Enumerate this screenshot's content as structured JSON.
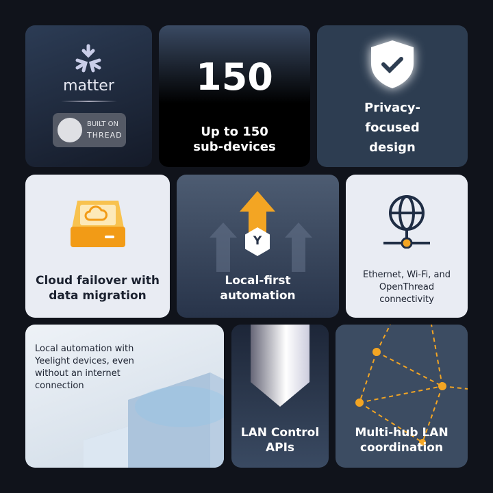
{
  "cards": {
    "matter": {
      "logo_text": "matter",
      "thread_line1": "BUILT ON",
      "thread_line2": "THREAD"
    },
    "subdevices": {
      "number": "150",
      "line1": "Up to 150",
      "line2": "sub-devices"
    },
    "privacy": {
      "line1": "Privacy-",
      "line2": "focused",
      "line3": "design"
    },
    "cloud": {
      "line1": "Cloud failover with",
      "line2": "data migration"
    },
    "local_first": {
      "line1": "Local-first",
      "line2": "automation",
      "badge": "Y"
    },
    "connectivity": {
      "line1": "Ethernet, Wi-Fi, and",
      "line2": "OpenThread",
      "line3": "connectivity"
    },
    "offline": {
      "line1": "Local automation with",
      "line2": "Yeelight devices, even",
      "line3": "without an internet",
      "line4": "connection"
    },
    "lan_api": {
      "line1": "LAN Control",
      "line2": "APIs"
    },
    "multihub": {
      "line1": "Multi-hub LAN",
      "line2": "coordination"
    }
  },
  "colors": {
    "background": "#10131b",
    "accent": "#f3a523"
  }
}
